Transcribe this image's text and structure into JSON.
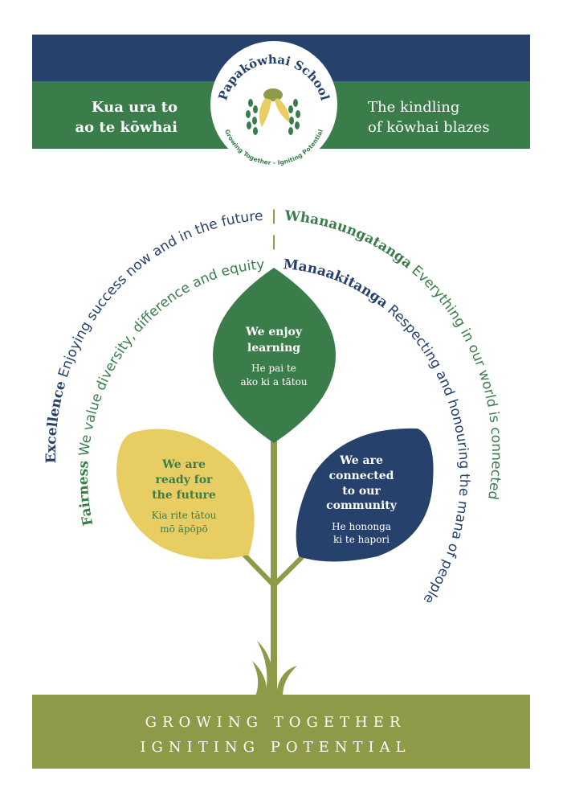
{
  "header": {
    "left_line1": "Kua ura to",
    "left_line2": "ao te kōwhai",
    "right_line1": "The kindling",
    "right_line2": "of kōwhai blazes",
    "logo_name": "Papakōwhai School",
    "logo_tagline": "Growing Together – Igniting Potential"
  },
  "values": {
    "excellence_title": "Excellence",
    "excellence_text": " Enjoying success now and in the future",
    "fairness_title": "Fairness",
    "fairness_text": " We value diversity, difference and equity",
    "whanaungatanga_title": "Whanaungatanga",
    "whanaungatanga_text": " Everything in our world is connected",
    "manaakitanga_title": "Manaakitanga",
    "manaakitanga_text": " Respecting and honouring the mana of people",
    "separator": "|"
  },
  "leaves": {
    "center": {
      "title1": "We enjoy",
      "title2": "learning",
      "sub1": "He pai te",
      "sub2": "ako ki a tātou"
    },
    "left": {
      "title1": "We are",
      "title2": "ready for",
      "title3": "the future",
      "sub1": "Kia rite tātou",
      "sub2": "mō āpōpō"
    },
    "right": {
      "title1": "We are",
      "title2": "connected",
      "title3": "to our",
      "title4": "community",
      "sub1": "He hononga",
      "sub2": "ki te hapori"
    }
  },
  "footer": {
    "line1": "GROWING TOGETHER",
    "line2": "IGNITING POTENTIAL"
  },
  "colors": {
    "navy": "#26416b",
    "green": "#3a7d4a",
    "olive": "#8e9a47",
    "yellow": "#e8cd62"
  }
}
